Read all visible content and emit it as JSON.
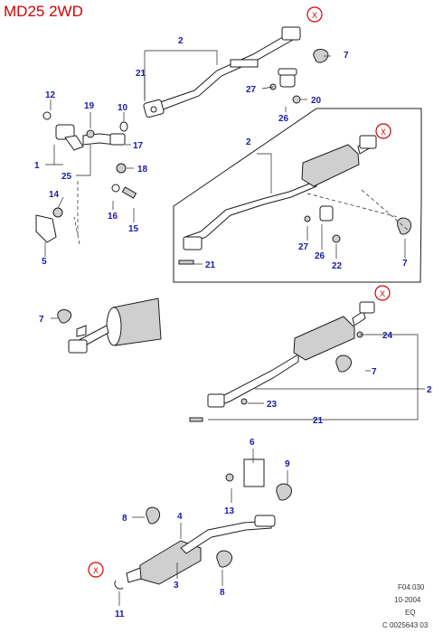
{
  "header": {
    "title": "MD25 2WD"
  },
  "footer": {
    "ref": "F04.030",
    "date": "10-2004",
    "region": "EQ",
    "code": "C 0025643 03"
  },
  "colors": {
    "title": "#d40000",
    "callout": "#1a1aa8",
    "not_serviced_marker": "#d40000"
  },
  "markers": {
    "not_serviced_label": "X"
  },
  "callouts": {
    "c1": "1",
    "c2a": "2",
    "c2b": "2",
    "c2c": "2",
    "c3": "3",
    "c4": "4",
    "c5": "5",
    "c6": "6",
    "c7a": "7",
    "c7b": "7",
    "c7c": "7",
    "c7d": "7",
    "c8a": "8",
    "c8b": "8",
    "c9": "9",
    "c10": "10",
    "c11": "11",
    "c12": "12",
    "c13": "13",
    "c14": "14",
    "c15": "15",
    "c16": "16",
    "c17": "17",
    "c18": "18",
    "c19": "19",
    "c20": "20",
    "c21a": "21",
    "c21b": "21",
    "c21c": "21",
    "c22": "22",
    "c23": "23",
    "c24": "24",
    "c25": "25",
    "c26a": "26",
    "c26b": "26",
    "c27a": "27",
    "c27b": "27"
  }
}
